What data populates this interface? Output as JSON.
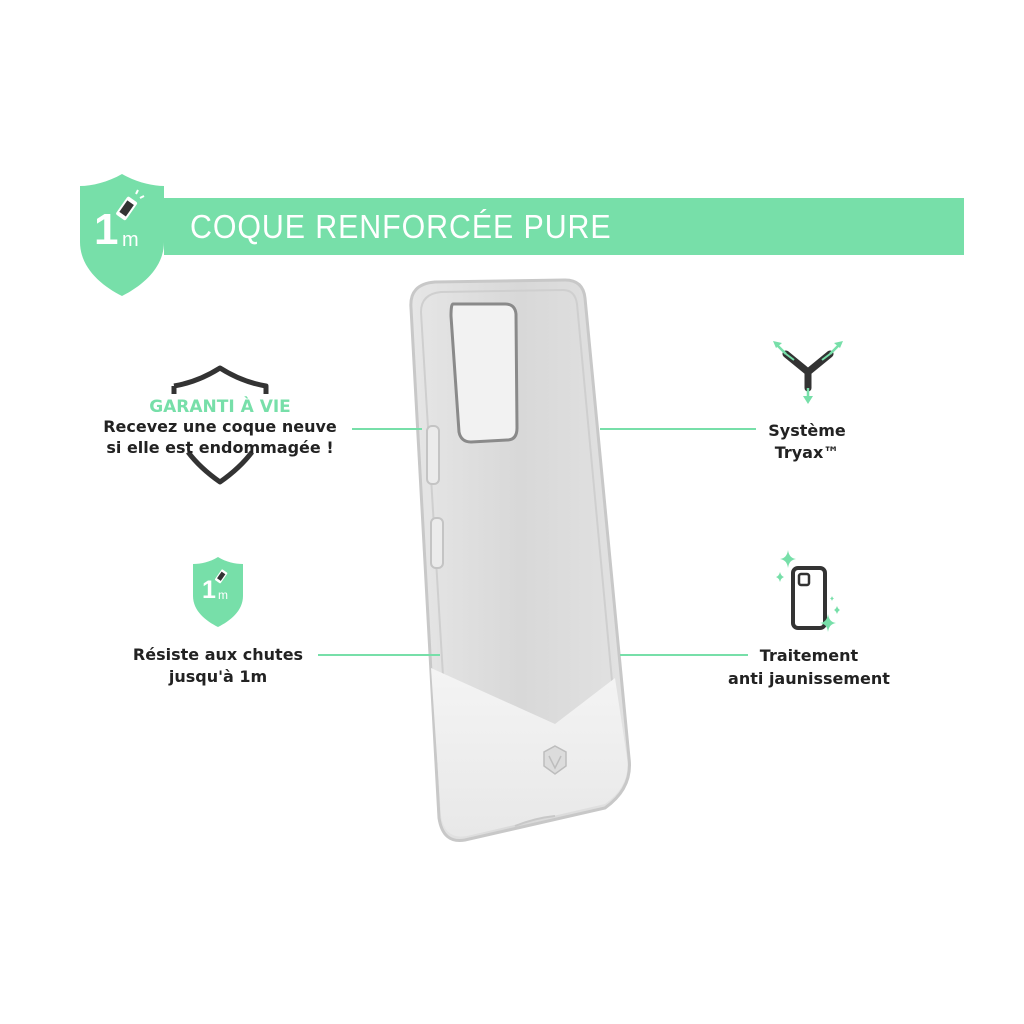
{
  "banner": {
    "title": "COQUE RENFORCÉE PURE",
    "badge_number": "1",
    "badge_unit": "m"
  },
  "guarantee": {
    "title": "GARANTI À VIE",
    "line1": "Recevez une coque neuve",
    "line2": "si elle est endommagée !"
  },
  "drop": {
    "badge_number": "1",
    "badge_unit": "m",
    "line1": "Résiste aux chutes",
    "line2": "jusqu'à 1m"
  },
  "tryax": {
    "line1": "Système",
    "line2": "Tryax™"
  },
  "yellowing": {
    "line1": "Traitement",
    "line2": "anti jaunissement"
  },
  "colors": {
    "accent": "#77dfa9",
    "text": "#222222",
    "icon_dark": "#333333"
  },
  "icons": [
    "shield-drop-icon",
    "shield-outline-icon",
    "tryax-arrows-icon",
    "phone-sparkle-icon",
    "brand-logo-icon"
  ]
}
